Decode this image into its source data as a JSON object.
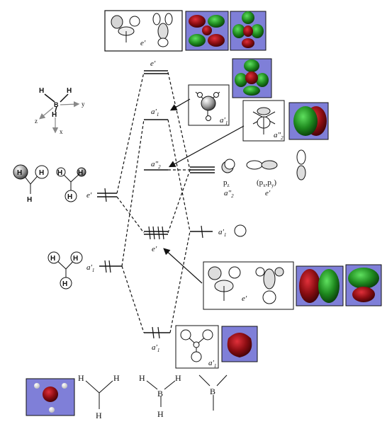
{
  "labels": {
    "e_prime": "e′",
    "a1_prime": "a′",
    "a1_sub": "1",
    "a2_dprime": "a″",
    "a2_sub": "2",
    "pz": "p",
    "pz_sub": "z",
    "pxpy": "(p",
    "pxpy_x": "x",
    "pxpy_comma": ",p",
    "pxpy_y": "y",
    "pxpy_close": ")"
  },
  "axes": {
    "x": "x",
    "y": "y",
    "z": "z"
  },
  "atoms": {
    "H": "H",
    "B": "B"
  },
  "colors": {
    "lobe_red": "#8b0d12",
    "lobe_green": "#1f8a1f",
    "panel_bg": "#7f7fd8",
    "line": "#111111"
  }
}
